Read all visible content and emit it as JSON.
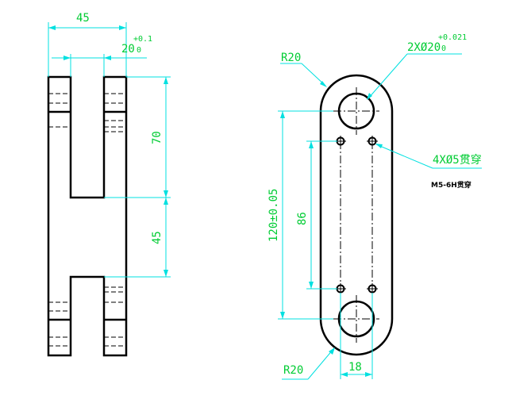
{
  "left_view": {
    "width_dim": "45",
    "slot_dim": "20",
    "slot_tol_upper": "+0.1",
    "slot_tol_lower": "0",
    "upper_height_dim": "70",
    "lower_height_dim": "45"
  },
  "right_view": {
    "top_radius": "R20",
    "bottom_radius": "R20",
    "bore_dim": "2XØ20",
    "bore_tol_upper": "+0.021",
    "bore_tol_lower": "0",
    "small_holes": "4XØ5贯穿",
    "thread_note": "M5-6H贯穿",
    "center_distance": "120±0.05",
    "hole_spacing": "86",
    "bottom_width": "18"
  },
  "colors": {
    "outline": "#000000",
    "dimension": "#00cc33",
    "leader": "#00e0e0"
  }
}
